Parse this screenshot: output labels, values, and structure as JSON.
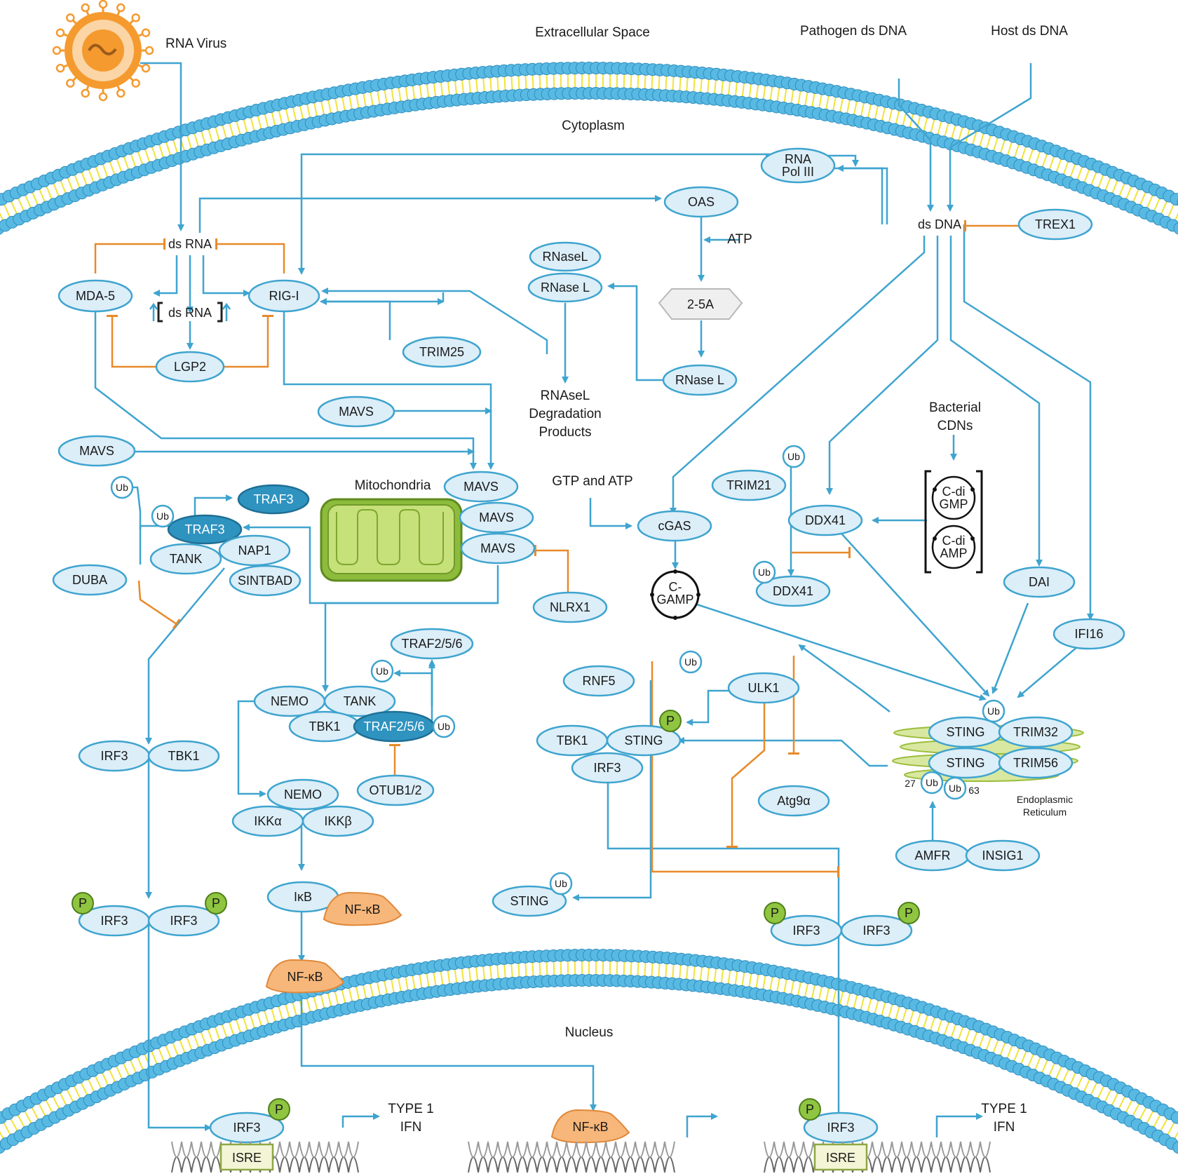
{
  "labels": {
    "rna_virus": "RNA Virus",
    "extracellular": "Extracellular Space",
    "pathogen_dsdna": "Pathogen ds DNA",
    "host_dsdna": "Host ds DNA",
    "cytoplasm": "Cytoplasm",
    "nucleus": "Nucleus",
    "mitochondria": "Mitochondria",
    "atp": "ATP",
    "gtp_atp": "GTP and ATP",
    "bacterial_cdns": [
      "Bacterial",
      "CDNs"
    ],
    "rnasel_products": [
      "RNAseL",
      "Degradation",
      "Products"
    ],
    "er": [
      "Endoplasmic",
      "Reticulum"
    ],
    "type1_ifn": [
      "TYPE 1",
      "IFN"
    ],
    "ub27": "27",
    "ub63": "63"
  },
  "nodes": {
    "dsrna": "ds RNA",
    "dsrna_bracket": "ds RNA",
    "mda5": "MDA-5",
    "rigi": "RIG-I",
    "lgp2": "LGP2",
    "trim25": "TRIM25",
    "oas": "OAS",
    "two5a": "2-5A",
    "rnasel_top": "RNaseL",
    "rnasel_mid": "RNase L",
    "rnasel_low": "RNase L",
    "rnapol3": [
      "RNA",
      "Pol III"
    ],
    "dsdna": "ds DNA",
    "trex1": "TREX1",
    "mavs_a": "MAVS",
    "mavs_b": "MAVS",
    "mavs_c": "MAVS",
    "mavs_d": "MAVS",
    "mavs_e": "MAVS",
    "traf3_a": "TRAF3",
    "traf3_b": "TRAF3",
    "tank_a": "TANK",
    "nap1": "NAP1",
    "sintbad": "SINTBAD",
    "duba": "DUBA",
    "nlrx1": "NLRX1",
    "traf256_top": "TRAF2/5/6",
    "nemo_a": "NEMO",
    "tank_b": "TANK",
    "tbk1_a": "TBK1",
    "traf256_b": "TRAF2/5/6",
    "otub": "OTUB1/2",
    "nemo_b": "NEMO",
    "ikka": "IKKα",
    "ikkb": "IKKβ",
    "irf3_a": "IRF3",
    "tbk1_b": "TBK1",
    "ikb": "IκB",
    "nfkb_a": "NF-κB",
    "nfkb_b": "NF-κB",
    "nfkb_c": "NF-κB",
    "irf3_p1": "IRF3",
    "irf3_p2": "IRF3",
    "cgas": "cGAS",
    "cgamp": [
      "C-",
      "GAMP"
    ],
    "trim21": "TRIM21",
    "ddx41_a": "DDX41",
    "ddx41_b": "DDX41",
    "cdigmp": [
      "C-di",
      "GMP"
    ],
    "cdiamp": [
      "C-di",
      "AMP"
    ],
    "dai": "DAI",
    "ifi16": "IFI16",
    "rnf5": "RNF5",
    "ulk1": "ULK1",
    "atg9": "Atg9α",
    "tbk1_c": "TBK1",
    "sting_a": "STING",
    "irf3_c": "IRF3",
    "sting_ub": "STING",
    "sting_er1": "STING",
    "trim32": "TRIM32",
    "sting_er2": "STING",
    "trim56": "TRIM56",
    "amfr": "AMFR",
    "insig1": "INSIG1",
    "irf3_p3": "IRF3",
    "irf3_p4": "IRF3",
    "irf3_n1": "IRF3",
    "irf3_n2": "IRF3",
    "isre_1": "ISRE",
    "isre_2": "ISRE",
    "ub": "Ub",
    "p": "P"
  },
  "colors": {
    "node_fill": "#dceef8",
    "node_stroke": "#3fa4cf",
    "dark_node": "#2f93c0",
    "arrow_blue": "#3fa4cf",
    "inhibit_orange": "#e88a2a",
    "nfkb_orange": "#f7b77a",
    "phospho_green": "#8fc540",
    "membrane_blue": "#58b9e3",
    "membrane_yellow": "#f0e33a",
    "mito_green": "#a9cf4f"
  }
}
